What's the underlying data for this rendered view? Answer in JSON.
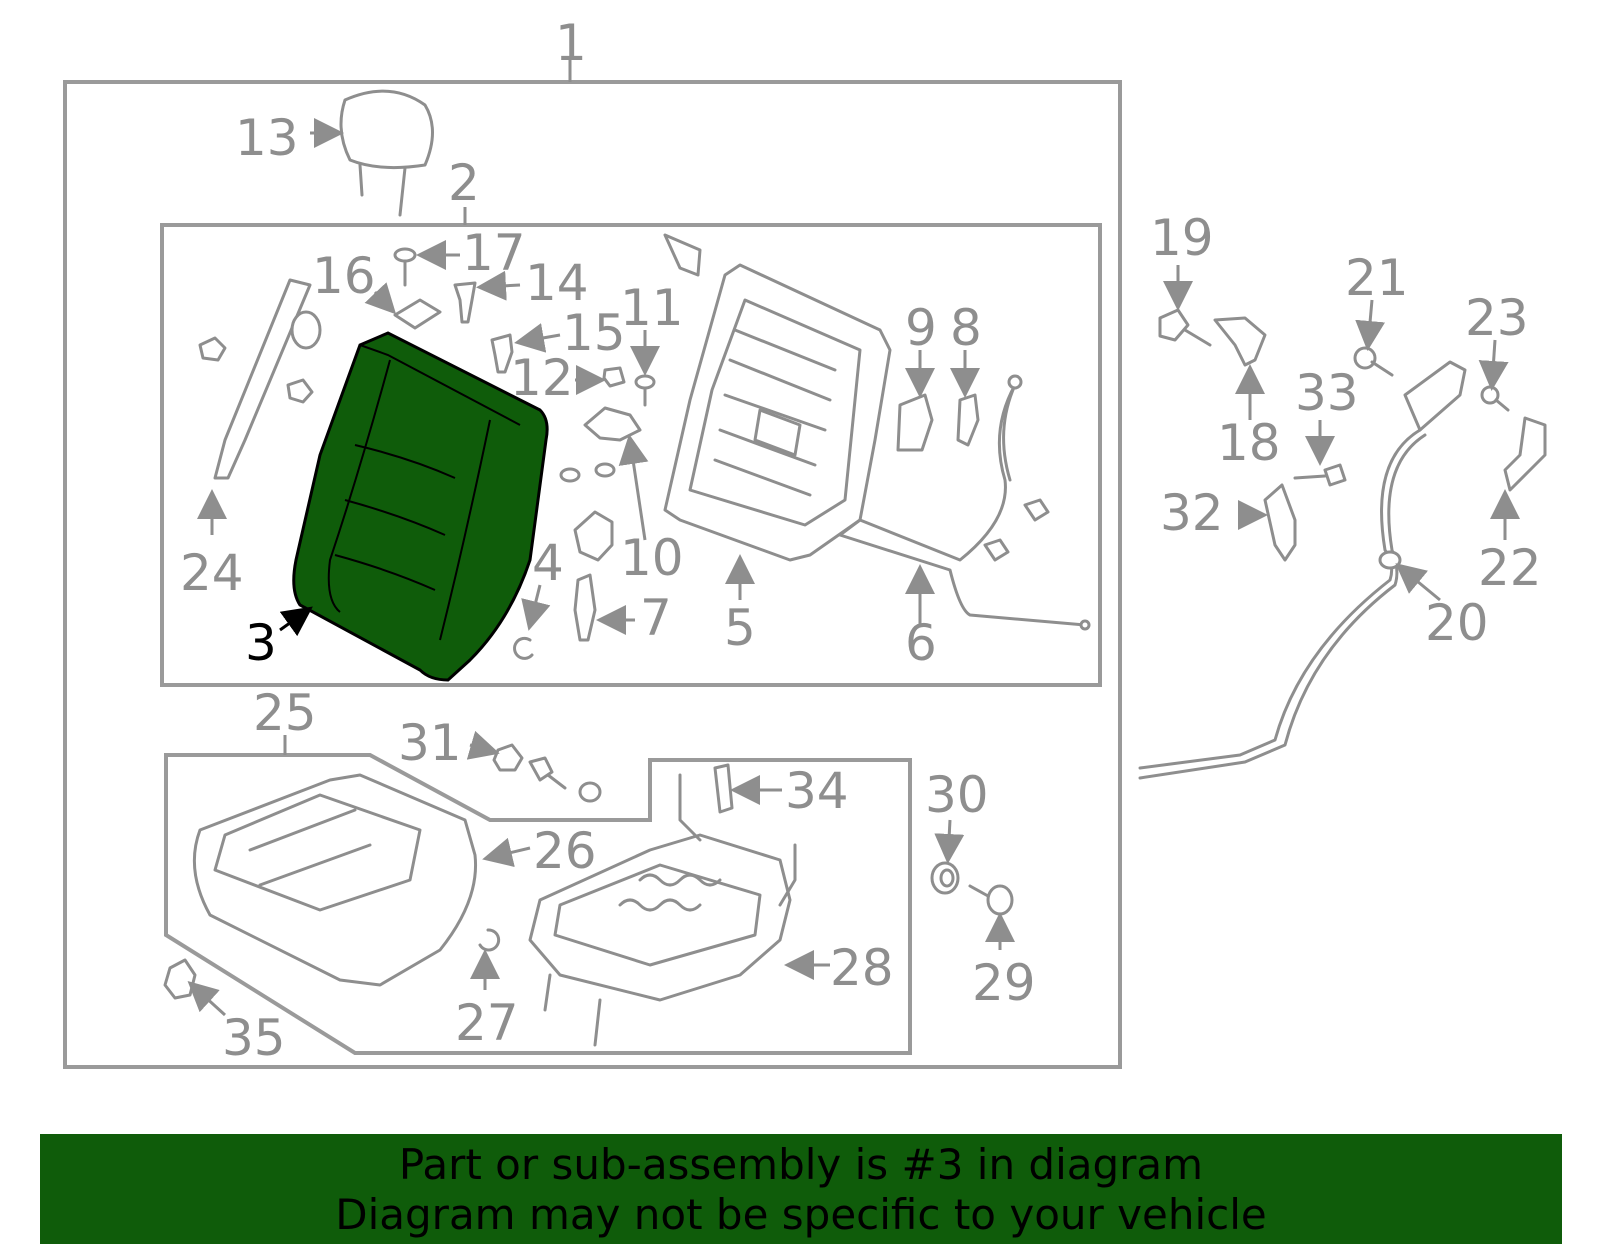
{
  "diagram": {
    "highlight_part": "3",
    "colors": {
      "highlight": "#0f5c0a",
      "line": "#8e8e8e",
      "banner": "#0f5c0a"
    },
    "callouts": [
      "1",
      "2",
      "3",
      "4",
      "5",
      "6",
      "7",
      "8",
      "9",
      "10",
      "11",
      "12",
      "13",
      "14",
      "15",
      "16",
      "17",
      "18",
      "19",
      "20",
      "21",
      "22",
      "23",
      "24",
      "25",
      "26",
      "27",
      "28",
      "29",
      "30",
      "31",
      "32",
      "33",
      "34",
      "35"
    ]
  },
  "banner": {
    "line1": "Part or sub-assembly is #3 in diagram",
    "line2": "Diagram may not be specific to your vehicle"
  }
}
